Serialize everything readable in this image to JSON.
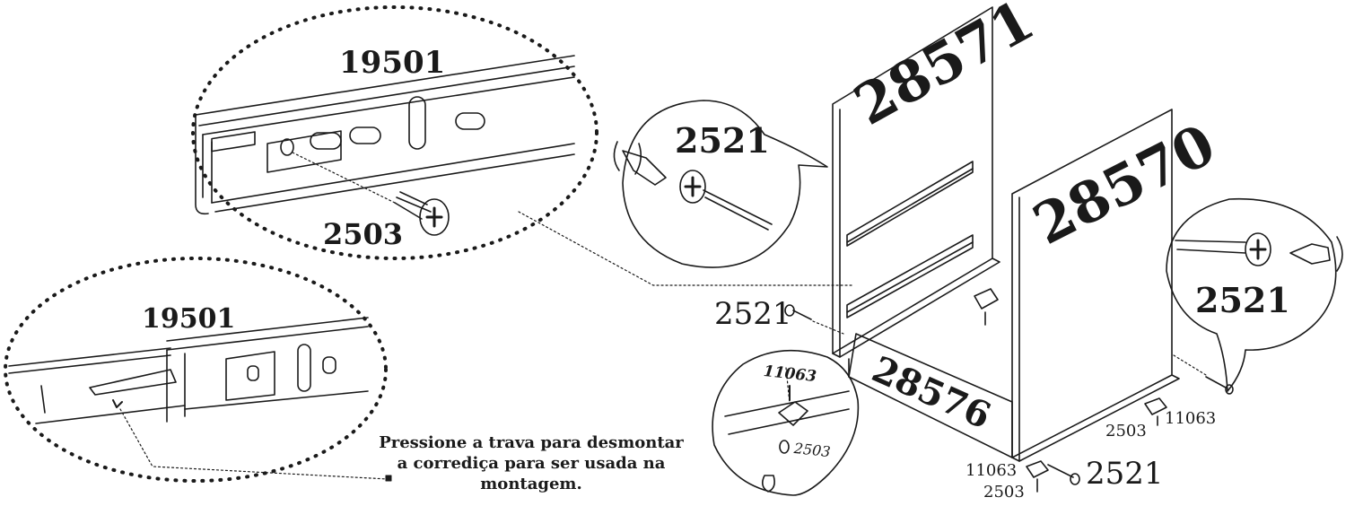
{
  "labels": {
    "slide_top": "19501",
    "screw_top": "2503",
    "slide_bottom": "19501",
    "screw_magnify_left": "2521",
    "panel_left": "28571",
    "panel_right": "28570",
    "panel_bottom": "28576",
    "screw_magnify_right": "2521",
    "screw_left_side": "2521",
    "screw_bottom_right": "2521",
    "bracket_inset": "11063",
    "screw_inset": "2503",
    "bracket_right": "11063",
    "screw_right": "2503",
    "bracket_bottom": "11063",
    "screw_bottom": "2503"
  },
  "instruction": [
    "Pressione a trava para desmontar",
    "a corrediça para ser usada na",
    "montagem."
  ]
}
